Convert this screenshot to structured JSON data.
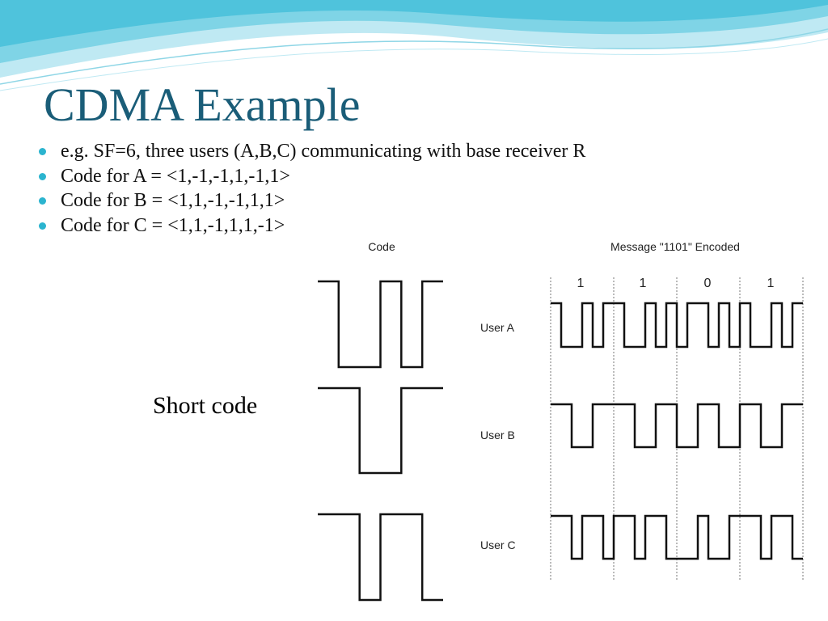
{
  "slide": {
    "title": "CDMA Example",
    "bullets": [
      "e.g. SF=6, three users (A,B,C) communicating with base receiver R",
      "Code for A = <1,-1,-1,1,-1,1>",
      "Code for B = <1,1,-1,-1,1,1>",
      "Code for C = <1,1,-1,1,1,-1>"
    ],
    "short_code_label": "Short code"
  },
  "figure": {
    "code_header": "Code",
    "message_header": "Message \"1101\" Encoded",
    "bit_labels": [
      "1",
      "1",
      "0",
      "1"
    ],
    "users": [
      {
        "label": "User A",
        "code": [
          1,
          -1,
          -1,
          1,
          -1,
          1
        ]
      },
      {
        "label": "User B",
        "code": [
          1,
          1,
          -1,
          -1,
          1,
          1
        ]
      },
      {
        "label": "User C",
        "code": [
          1,
          1,
          -1,
          1,
          1,
          -1
        ]
      }
    ],
    "message_bits": [
      1,
      1,
      0,
      1
    ]
  },
  "colors": {
    "title": "#1a5d78",
    "bullet": "#2bb4cf",
    "wave_dark": "#4fc3dc",
    "wave_light": "#bfe9f3"
  }
}
